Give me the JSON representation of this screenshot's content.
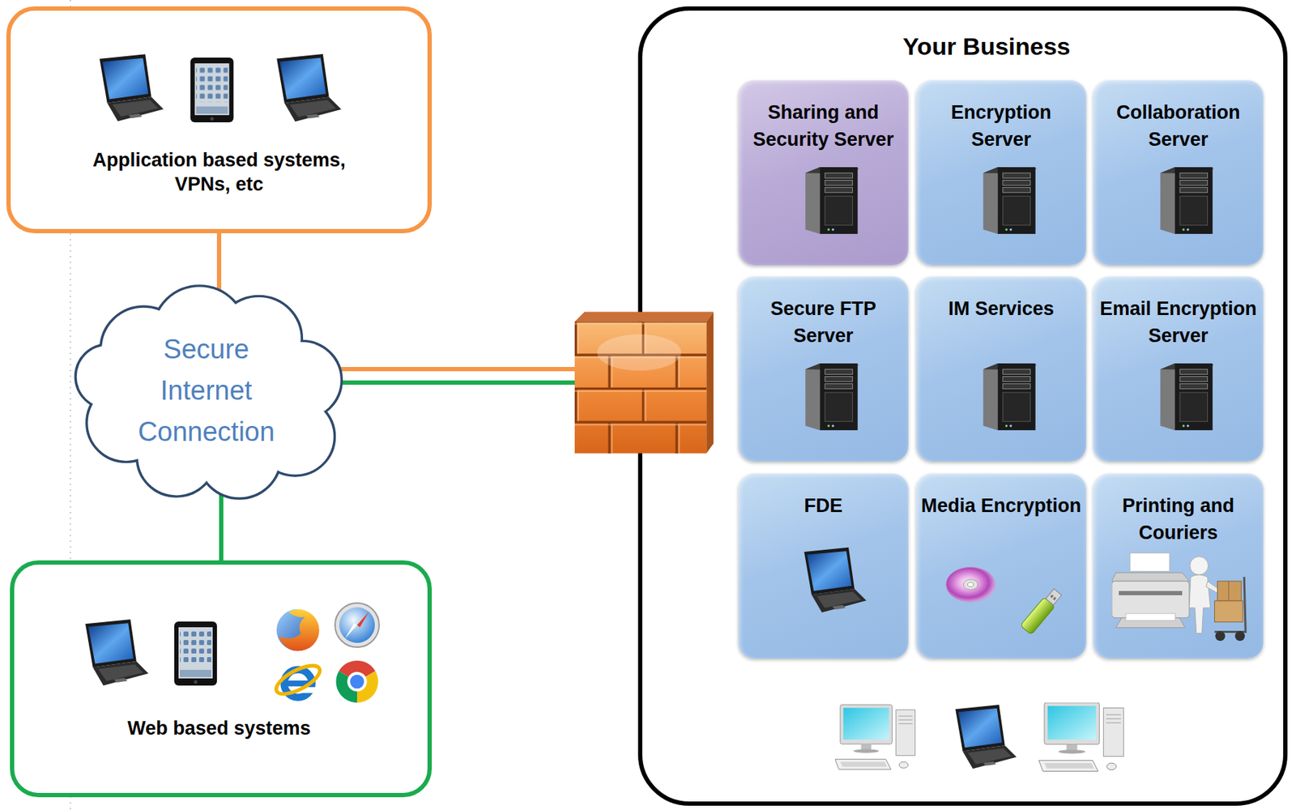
{
  "diagram": {
    "nodes": [
      {
        "text": [
          "Application based systems, VPNs, etc"
        ]
      },
      {
        "text": [
          "Secure Internet Connection"
        ]
      },
      {
        "text": [
          "Web based systems"
        ]
      },
      {
        "text": [
          "Your Business"
        ]
      },
      {
        "text": [
          "Sharing and Security Server"
        ],
        "in": 3
      },
      {
        "text": [
          "Encryption Server"
        ],
        "in": 3
      },
      {
        "text": [
          "Collaboration Server"
        ],
        "in": 3
      },
      {
        "text": [
          "Secure FTP Server"
        ],
        "in": 3
      },
      {
        "text": [
          "IM Services"
        ],
        "in": 3
      },
      {
        "text": [
          "Email Encryption Server"
        ],
        "in": 3
      },
      {
        "text": [
          "FDE"
        ],
        "in": 3
      },
      {
        "text": [
          "Media Encryption"
        ],
        "in": 3
      },
      {
        "text": [
          "Printing and Couriers"
        ],
        "in": 3
      }
    ],
    "edges": [
      {
        "from": 0,
        "to": 1,
        "arrow": "none"
      },
      {
        "from": 1,
        "to": 3,
        "arrow": "none"
      },
      {
        "from": 1,
        "to": 3,
        "arrow": "none"
      },
      {
        "from": 1,
        "to": 2,
        "arrow": "none"
      }
    ]
  }
}
